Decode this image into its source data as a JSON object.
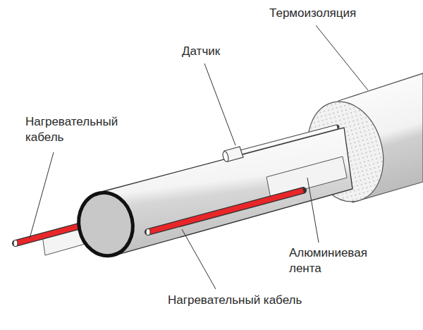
{
  "diagram": {
    "labels": [
      "Термоизоляция",
      "Датчик",
      "Нагревательный кабель",
      "Алюминиевая лента",
      "Нагревательный кабель"
    ]
  }
}
